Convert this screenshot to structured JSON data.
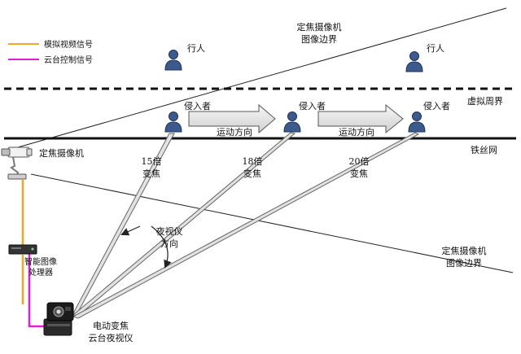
{
  "legend": {
    "analog_video": {
      "label": "模拟视频信号",
      "color": "#f5a623"
    },
    "ptz_control": {
      "label": "云台控制信号",
      "color": "#e020d0"
    }
  },
  "boundary_top": [
    "定焦摄像机",
    "图像边界"
  ],
  "boundary_bottom": [
    "定焦摄像机",
    "图像边界"
  ],
  "virtual_perimeter_label": "虚拟周界",
  "fence_label": "铁丝网",
  "pedestrians": [
    "行人",
    "行人"
  ],
  "intruders": [
    "侵入者",
    "侵入者",
    "侵入者"
  ],
  "motion_direction": [
    "运动方向",
    "运动方向"
  ],
  "zoom_levels": [
    {
      "value": "15倍",
      "sub": "变焦"
    },
    {
      "value": "18倍",
      "sub": "变焦"
    },
    {
      "value": "20倍",
      "sub": "变焦"
    }
  ],
  "nv_direction": [
    "夜视仪",
    "方向"
  ],
  "fixed_camera_label": "定焦摄像机",
  "processor_label": [
    "智能图像",
    "处理器"
  ],
  "ptz_night_vision_label": [
    "电动变焦",
    "云台夜视仪"
  ],
  "colors": {
    "person_fill": "#3d5a8c",
    "person_stroke": "#1e3257",
    "beam": "#e2e2e2",
    "beam_stroke": "#666666",
    "arrow_fill": "#e8e8e8"
  }
}
